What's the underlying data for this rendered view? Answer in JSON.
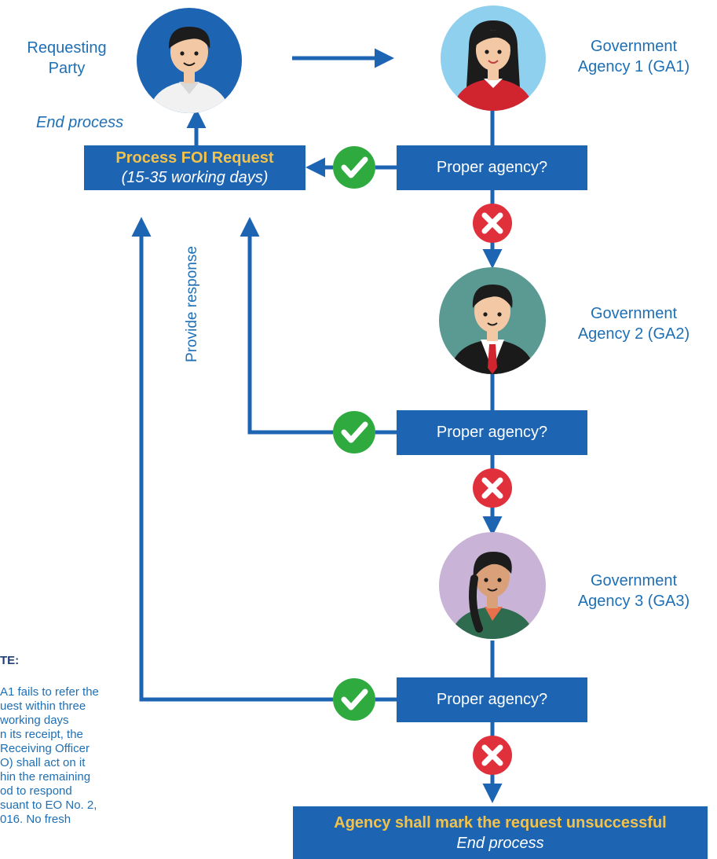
{
  "nodes": {
    "requesting_party": "Requesting\nParty",
    "ga1": "Government\nAgency 1 (GA1)",
    "ga2": "Government\nAgency 2 (GA2)",
    "ga3": "Government\nAgency 3 (GA3)"
  },
  "labels": {
    "end_process": "End process",
    "provide_response": "Provide response"
  },
  "process_box": {
    "title": "Process FOI Request",
    "subtitle": "(15-35 working days)"
  },
  "decisions": {
    "q1": "Proper agency?",
    "q2": "Proper agency?",
    "q3": "Proper agency?"
  },
  "final_box": {
    "title": "Agency shall mark the request unsuccessful",
    "subtitle": "End process"
  },
  "note": {
    "title": "TE:",
    "lines": [
      "A1 fails to refer the",
      "uest within three",
      "working days",
      "n its receipt, the",
      "Receiving Officer",
      "O) shall act on it",
      "hin the remaining",
      "od to respond",
      "suant to EO No. 2,",
      "016. No fresh"
    ]
  },
  "colors": {
    "primary_blue": "#1d65b3",
    "accent_yellow": "#f3c24b",
    "check_green": "#2eaa3f",
    "cross_red": "#e0303b"
  }
}
